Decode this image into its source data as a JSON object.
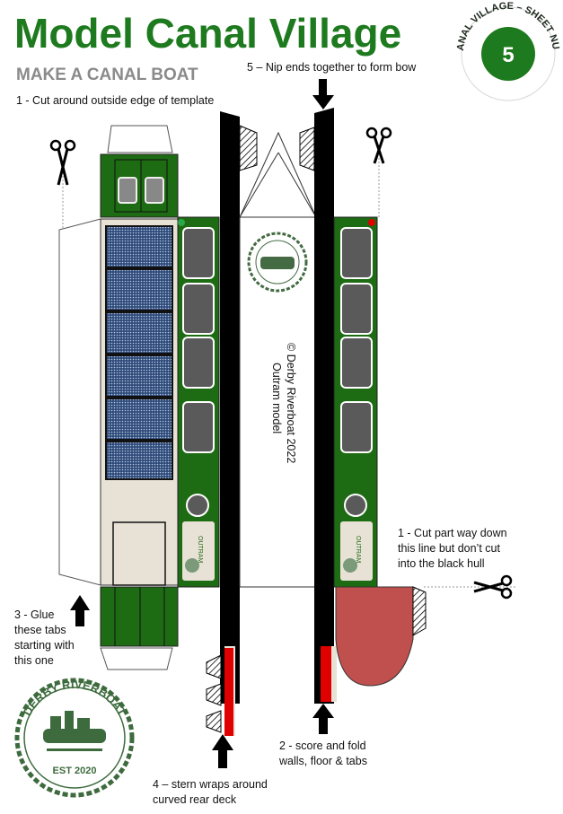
{
  "header": {
    "title": "Model Canal Village",
    "subtitle": "MAKE A CANAL BOAT"
  },
  "badge": {
    "number": "5",
    "ring_text": "MODEL CANAL VILLAGE – SHEET NUMBE FIVE"
  },
  "instructions": {
    "step1": "1 - Cut around outside edge of template",
    "step5": "5 – Nip ends together to form bow",
    "step1b": [
      "1 - Cut part way down",
      "this line but don’t cut",
      "into the black hull"
    ],
    "step3": [
      "3 - Glue",
      "these tabs",
      "starting with",
      "this one"
    ],
    "step2": [
      "2 - score and fold",
      "walls, floor & tabs"
    ],
    "step4": [
      "4 – stern wraps around",
      "curved rear deck"
    ]
  },
  "copyright": {
    "line1": "© Derby Riverboat 2022",
    "line2": "Outram model"
  },
  "logo": {
    "top_text": "DERBY RIVERBOAT",
    "bottom_text": "EST 2020"
  },
  "boat_name": "OUTRAM",
  "colors": {
    "title_green": "#1e7a1e",
    "hull_green": "#1d6b12",
    "hull_black": "#000000",
    "window_grey": "#5a5a5a",
    "cabin_cream": "#e8e2d6",
    "rear_deck_red": "#c0504d",
    "stripe_red": "#e00000",
    "badge_green": "#1e7a1e"
  },
  "icons": [
    "scissors-icon",
    "down-arrow-icon",
    "up-arrow-icon"
  ]
}
